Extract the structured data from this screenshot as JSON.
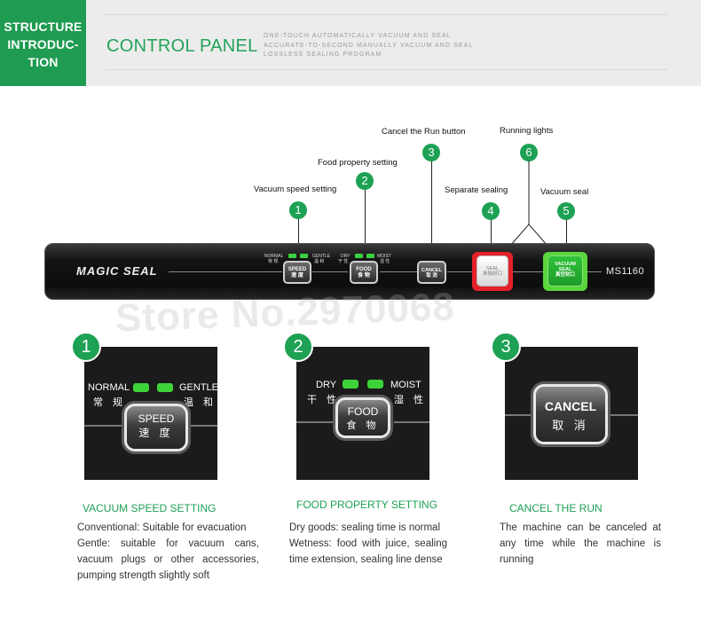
{
  "header": {
    "section_tag": [
      "STRUCTURE",
      "INTRODUC-",
      "TION"
    ],
    "title": "CONTROL PANEL",
    "subtitle_lines": [
      "ONE-TOUCH AUTOMATICALLY VACUUM AND SEAL",
      "ACCURATE-TO-SECOND MANUALLY VACUUM AND SEAL",
      "LOSSLESS SEALING PROGRAM"
    ]
  },
  "callouts": [
    {
      "num": "1",
      "label": "Vacuum speed setting"
    },
    {
      "num": "2",
      "label": "Food property setting"
    },
    {
      "num": "3",
      "label": "Cancel the Run button"
    },
    {
      "num": "4",
      "label": "Separate sealing"
    },
    {
      "num": "5",
      "label": "Vacuum seal"
    },
    {
      "num": "6",
      "label": "Running lights"
    }
  ],
  "panel": {
    "brand": "MAGIC SEAL",
    "model": "MS1160",
    "speed": {
      "left": "NORMAL",
      "left_zh": "常 规",
      "right": "GENTLE",
      "right_zh": "温 和",
      "en": "SPEED",
      "zh": "速 度"
    },
    "food": {
      "left": "DRY",
      "left_zh": "干 性",
      "right": "MOIST",
      "right_zh": "湿 性",
      "en": "FOOD",
      "zh": "食 物"
    },
    "cancel": {
      "en": "CANCEL",
      "zh": "取 消"
    },
    "seal": {
      "en": "SEAL",
      "zh": "单独封口"
    },
    "vacuum": {
      "en1": "VACUUM",
      "en2": "SEAL",
      "zh": "真空封口"
    }
  },
  "watermark": "Store No.2970068",
  "tiles": [
    {
      "num": "1",
      "left": "NORMAL",
      "left_zh": "常 规",
      "right": "GENTLE",
      "right_zh": "温 和",
      "en": "SPEED",
      "zh": "速 度"
    },
    {
      "num": "2",
      "left": "DRY",
      "left_zh": "干 性",
      "right": "MOIST",
      "right_zh": "湿 性",
      "en": "FOOD",
      "zh": "食 物"
    },
    {
      "num": "3",
      "en": "CANCEL",
      "zh": "取 消"
    }
  ],
  "sections": [
    {
      "title": "VACUUM SPEED SETTING",
      "lines": [
        "Conventional: Suitable for evacuation",
        "Gentle: suitable for vacuum cans, vacuum plugs or other accessories, pumping strength slightly soft"
      ]
    },
    {
      "title": "FOOD PROPERTY SETTING",
      "lines": [
        "Dry goods: sealing time is normal",
        "Wetness: food with juice, sealing time extension, sealing line dense"
      ]
    },
    {
      "title": "CANCEL THE RUN",
      "lines": [
        "The machine can be canceled at any time while the machine is running"
      ]
    }
  ]
}
